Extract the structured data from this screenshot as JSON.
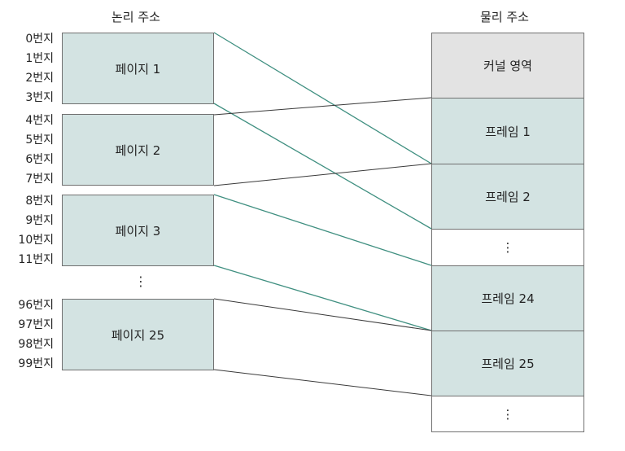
{
  "headers": {
    "logical": "논리 주소",
    "physical": "물리 주소"
  },
  "pages": [
    {
      "label": "페이지 1",
      "addresses": [
        "0번지",
        "1번지",
        "2번지",
        "3번지"
      ]
    },
    {
      "label": "페이지 2",
      "addresses": [
        "4번지",
        "5번지",
        "6번지",
        "7번지"
      ]
    },
    {
      "label": "페이지 3",
      "addresses": [
        "8번지",
        "9번지",
        "10번지",
        "11번지"
      ]
    },
    {
      "label": "페이지 25",
      "addresses": [
        "96번지",
        "97번지",
        "98번지",
        "99번지"
      ]
    }
  ],
  "logical_ellipsis": "⋮",
  "frames": [
    {
      "label": "커널 영역",
      "style": "gray"
    },
    {
      "label": "프레임 1",
      "style": "teal"
    },
    {
      "label": "프레임 2",
      "style": "teal"
    },
    {
      "label": "⋮",
      "style": "white"
    },
    {
      "label": "프레임 24",
      "style": "teal"
    },
    {
      "label": "프레임 25",
      "style": "teal"
    },
    {
      "label": "⋮",
      "style": "white"
    }
  ],
  "colors": {
    "teal_fill": "#d3e3e2",
    "kernel_fill": "#e3e3e3",
    "teal_line": "#3f8f80",
    "dark_line": "#3a3a3a",
    "border": "#707070"
  }
}
